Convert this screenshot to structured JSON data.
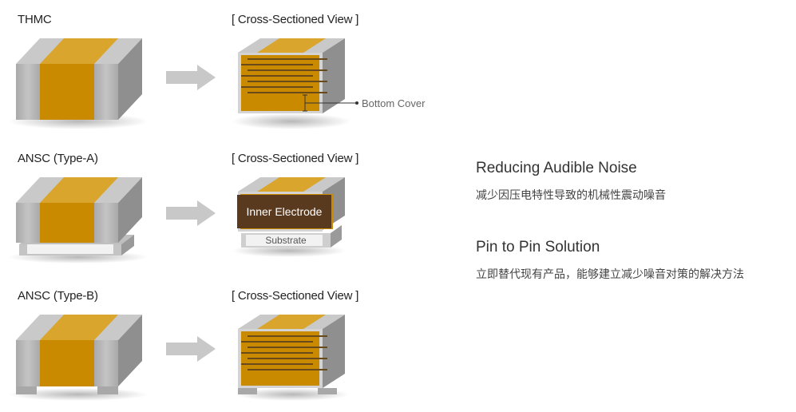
{
  "rows": [
    {
      "label": "THMC",
      "cross_section_label": "[ Cross-Sectioned View ]"
    },
    {
      "label": "ANSC (Type-A)",
      "cross_section_label": "[ Cross-Sectioned View ]"
    },
    {
      "label": "ANSC (Type-B)",
      "cross_section_label": "[ Cross-Sectioned View ]"
    }
  ],
  "callouts": {
    "bottom_cover": "Bottom Cover",
    "inner_electrode": "Inner Electrode",
    "substrate": "Substrate"
  },
  "features": [
    {
      "title": "Reducing Audible Noise",
      "desc": "减少因压电特性导致的机械性震动噪音"
    },
    {
      "title": "Pin to Pin Solution",
      "desc": "立即替代现有产品，能够建立减少噪音对策的解决方法"
    }
  ],
  "colors": {
    "body": "#c98a00",
    "body_top": "#d9a52c",
    "terminal": "#b5b5b5",
    "terminal_top": "#d2d2d2",
    "terminal_side": "#9a9a9a",
    "electrode_line": "#6b4a1a",
    "inner_electrode_fill": "#5a3a1e",
    "arrow": "#c8c8c8"
  },
  "icons": [
    "arrow-right-icon"
  ]
}
